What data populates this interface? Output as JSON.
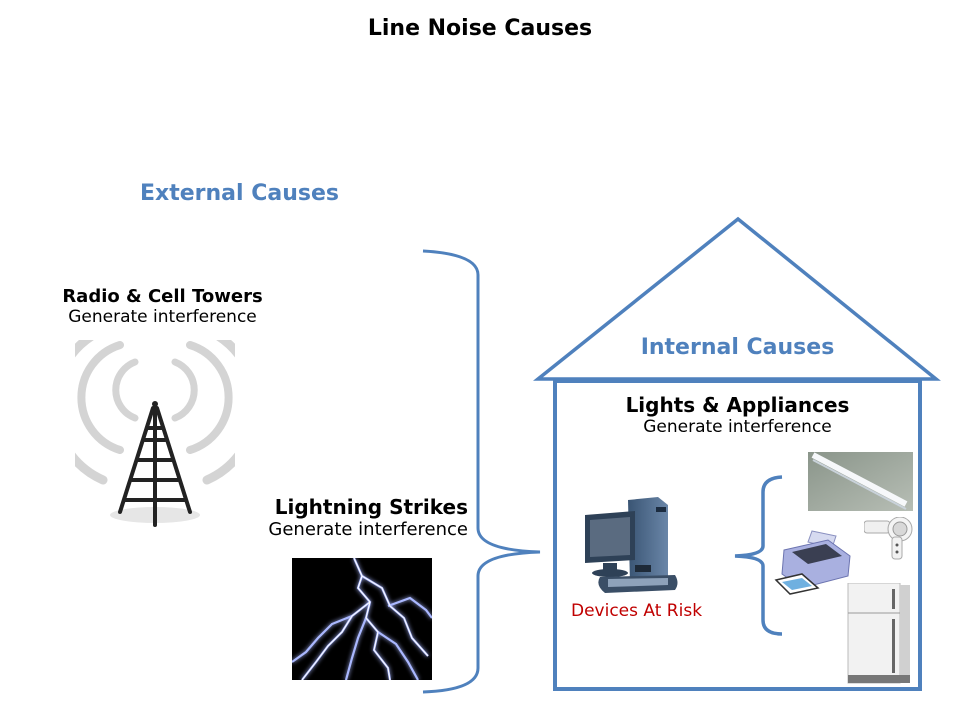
{
  "title": "Line Noise Causes",
  "external": {
    "heading": "External Causes",
    "radio": {
      "title": "Radio & Cell Towers",
      "subtitle": "Generate interference",
      "icon": "radio-tower-icon"
    },
    "lightning": {
      "title": "Lightning Strikes",
      "subtitle": "Generate interference",
      "image": "lightning-image"
    }
  },
  "internal": {
    "heading": "Internal Causes",
    "appliances": {
      "title": "Lights & Appliances",
      "subtitle": "Generate interference"
    },
    "devices_label": "Devices At Risk",
    "appliance_images": [
      "fluorescent-light",
      "hair-dryer",
      "printer",
      "refrigerator"
    ]
  },
  "colors": {
    "accent": "#4f81bd",
    "risk": "#c00000",
    "text": "#000000"
  }
}
